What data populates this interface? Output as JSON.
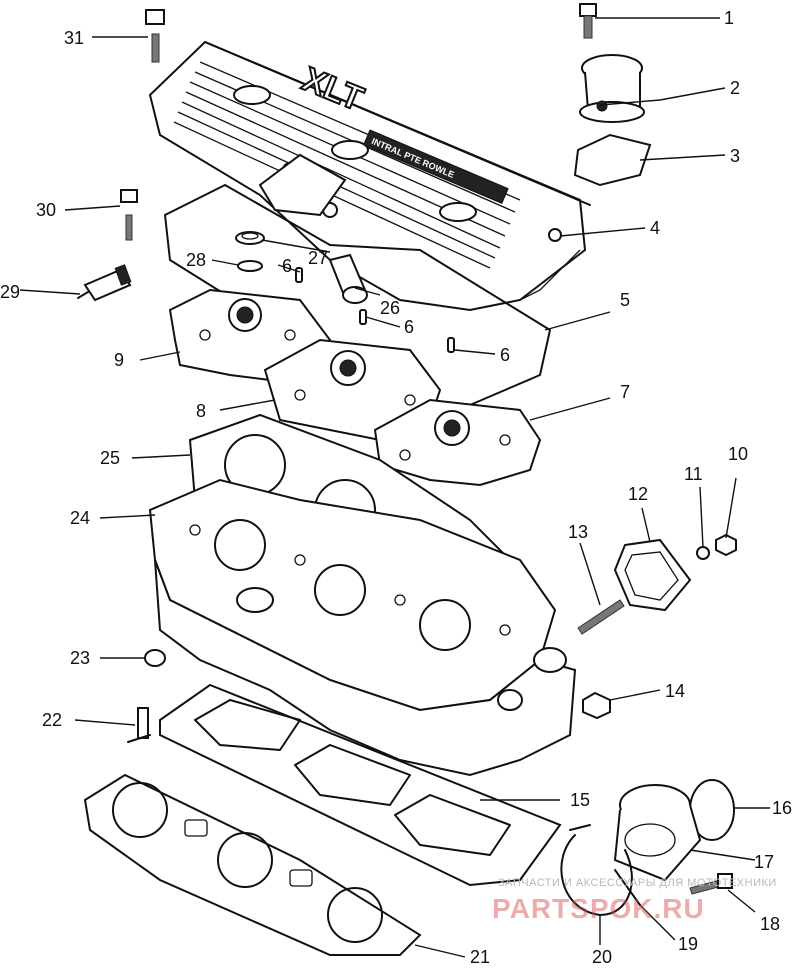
{
  "cover_logo": "XLT",
  "cover_plate": "INTRAL  PTE ROWLE",
  "watermark": {
    "line1": "ЗАПЧАСТИ И АКСЕССУАРЫ ДЛЯ МОТОТЕХНИКИ",
    "line2": "PARTSPOK.RU"
  },
  "callouts": [
    {
      "id": 1,
      "label": "1"
    },
    {
      "id": 2,
      "label": "2"
    },
    {
      "id": 3,
      "label": "3"
    },
    {
      "id": 4,
      "label": "4"
    },
    {
      "id": 5,
      "label": "5"
    },
    {
      "id": 6,
      "label": "6"
    },
    {
      "id": 7,
      "label": "6"
    },
    {
      "id": 8,
      "label": "6"
    },
    {
      "id": 9,
      "label": "7"
    },
    {
      "id": 10,
      "label": "8"
    },
    {
      "id": 11,
      "label": "9"
    },
    {
      "id": 12,
      "label": "10"
    },
    {
      "id": 13,
      "label": "11"
    },
    {
      "id": 14,
      "label": "12"
    },
    {
      "id": 15,
      "label": "13"
    },
    {
      "id": 16,
      "label": "14"
    },
    {
      "id": 17,
      "label": "15"
    },
    {
      "id": 18,
      "label": "16"
    },
    {
      "id": 19,
      "label": "17"
    },
    {
      "id": 20,
      "label": "18"
    },
    {
      "id": 21,
      "label": "19"
    },
    {
      "id": 22,
      "label": "20"
    },
    {
      "id": 23,
      "label": "21"
    },
    {
      "id": 24,
      "label": "22"
    },
    {
      "id": 25,
      "label": "23"
    },
    {
      "id": 26,
      "label": "24"
    },
    {
      "id": 27,
      "label": "25"
    },
    {
      "id": 28,
      "label": "26"
    },
    {
      "id": 29,
      "label": "27"
    },
    {
      "id": 30,
      "label": "28"
    },
    {
      "id": 31,
      "label": "29"
    },
    {
      "id": 32,
      "label": "30"
    },
    {
      "id": 33,
      "label": "31"
    }
  ]
}
